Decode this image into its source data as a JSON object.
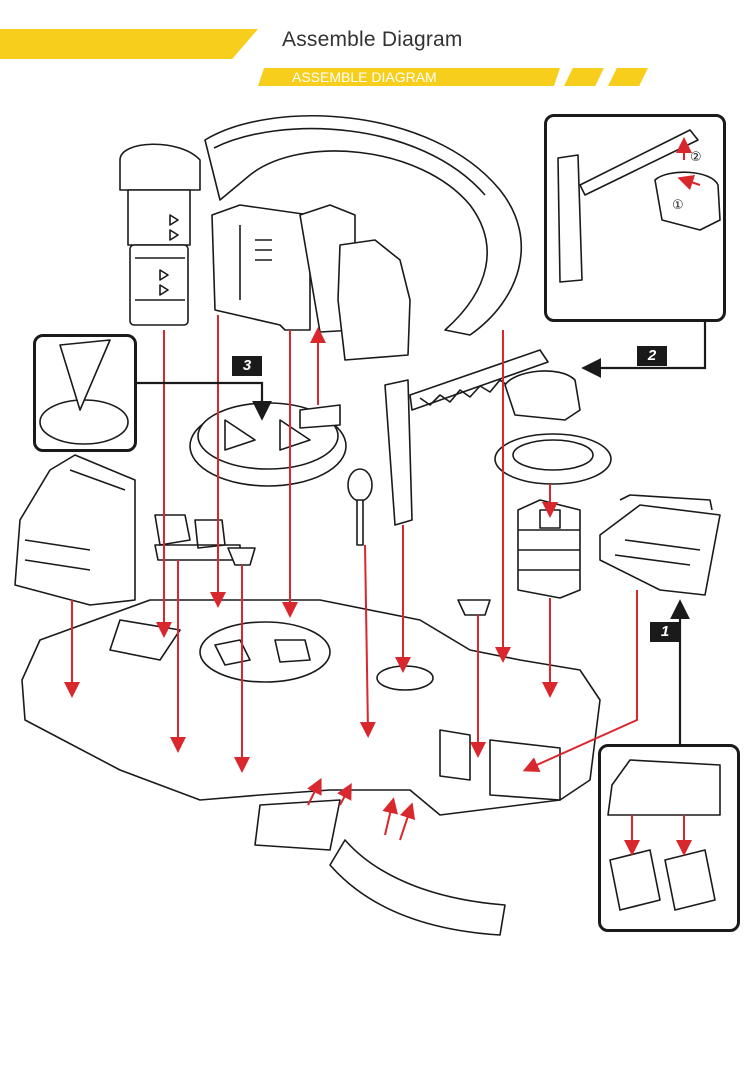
{
  "header": {
    "title": "Assemble Diagram",
    "subtitle": "ASSEMBLE DIAGRAM"
  },
  "steps": [
    {
      "label": "1"
    },
    {
      "label": "2"
    },
    {
      "label": "3"
    }
  ],
  "callouts": {
    "circle_1": "①",
    "circle_2": "②"
  },
  "colors": {
    "accent": "#f8ce1c",
    "arrow": "#d9272e",
    "line": "#1a1a1a"
  }
}
